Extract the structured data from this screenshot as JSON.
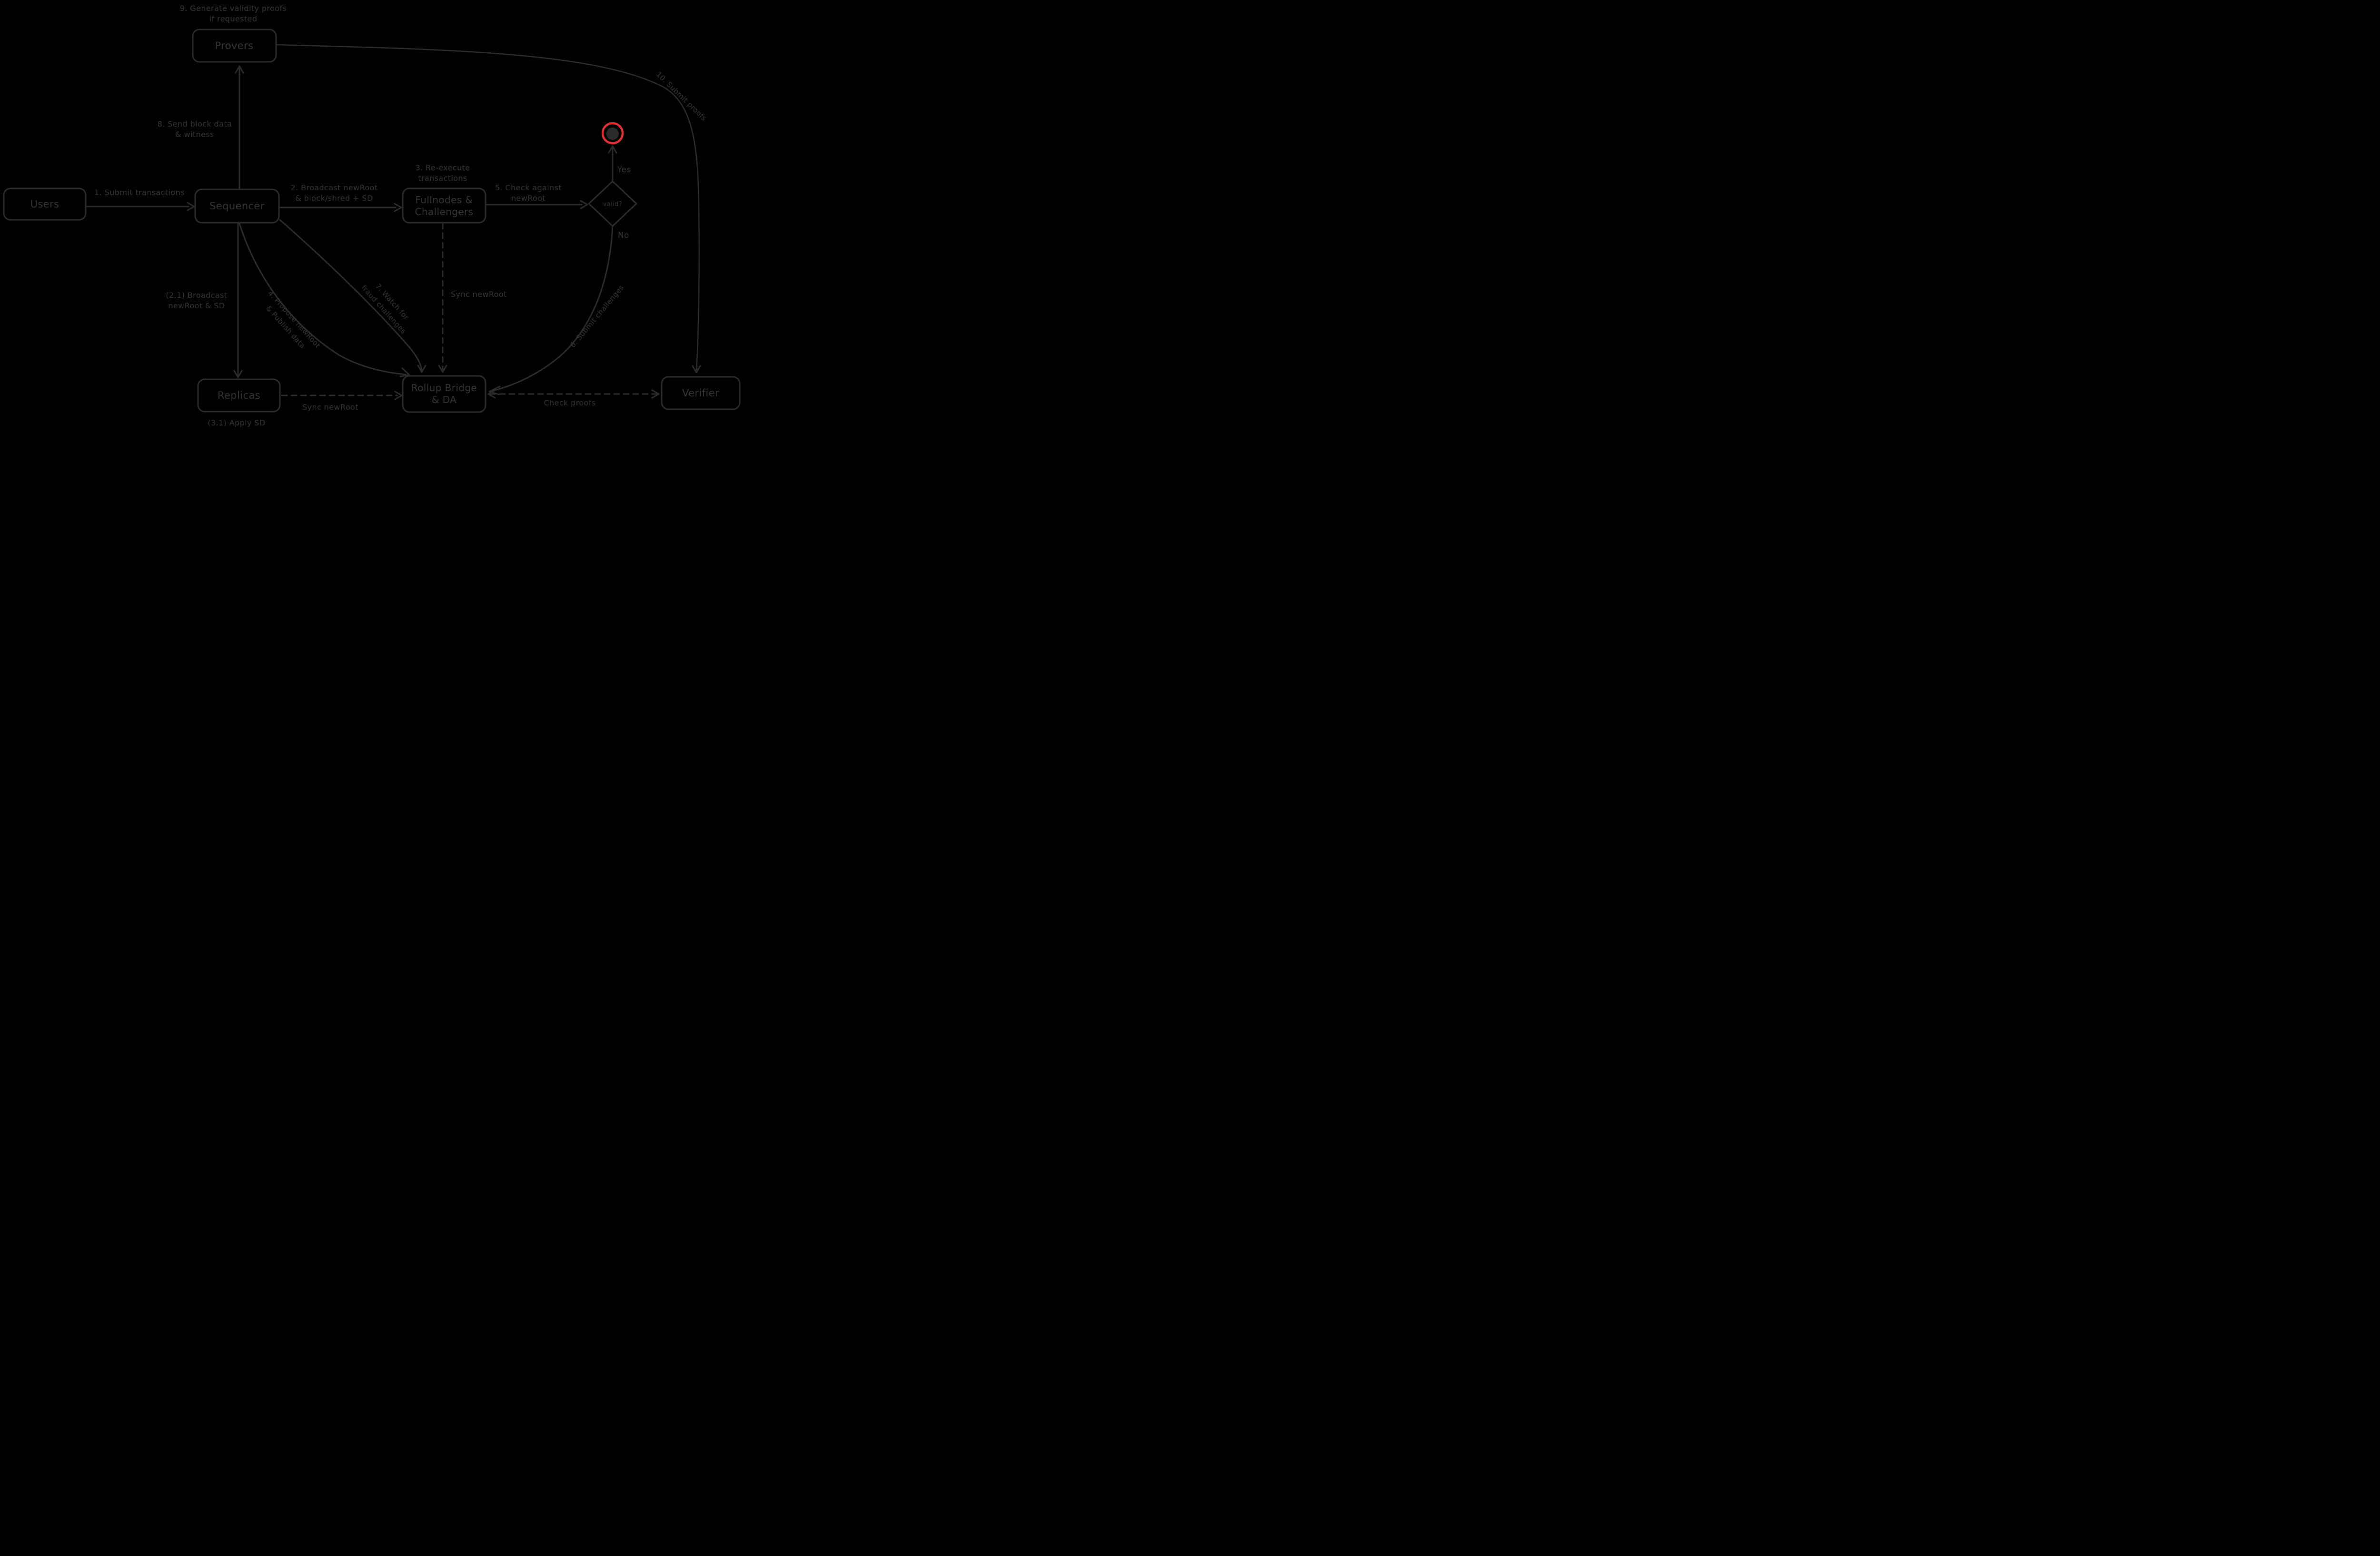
{
  "diagram": {
    "background": "#000000",
    "stroke_color": "#2b2b2b",
    "text_color": "#333333",
    "accent_red": "#e03131",
    "end_circle_fill": "#2b2b2b",
    "nodes": {
      "provers": {
        "label": "Provers"
      },
      "users": {
        "label": "Users"
      },
      "sequencer": {
        "label": "Sequencer"
      },
      "fullnodes": {
        "line1": "Fullnodes &",
        "line2": "Challengers"
      },
      "valid": {
        "label": "valid?"
      },
      "replicas": {
        "label": "Replicas"
      },
      "bridge": {
        "line1": "Rollup Bridge",
        "line2": "& DA"
      },
      "verifier": {
        "label": "Verifier"
      }
    },
    "edges": {
      "submit_transactions": {
        "label": "1. Submit transactions"
      },
      "broadcast_newroot": {
        "line1": "2. Broadcast newRoot",
        "line2": "& block/shred + SD"
      },
      "reexecute": {
        "line1": "3. Re-execute",
        "line2": "transactions"
      },
      "propose_publish": {
        "line1": "4. Propose newRoot",
        "line2": "& Publish data"
      },
      "check_against": {
        "line1": "5. Check against",
        "line2": "newRoot"
      },
      "submit_challenges": {
        "label": "6. Submit challenges"
      },
      "watch_fraud": {
        "line1": "7. Watch for",
        "line2": "fraud challenges"
      },
      "send_block_data": {
        "line1": "8. Send block data",
        "line2": "& witness"
      },
      "generate_proofs": {
        "line1": "9. Generate validity proofs",
        "line2": "if requested"
      },
      "submit_proofs": {
        "label": "10. Submit proofs"
      },
      "broadcast_sd": {
        "line1": "(2.1) Broadcast",
        "line2": "newRoot & SD"
      },
      "apply_sd": {
        "label": "(3.1) Apply SD"
      },
      "sync_newroot_fullnodes": {
        "label": "Sync newRoot"
      },
      "sync_newroot_replicas": {
        "label": "Sync newRoot"
      },
      "check_proofs": {
        "label": "Check proofs"
      },
      "yes": {
        "label": "Yes"
      },
      "no": {
        "label": "No"
      }
    }
  }
}
